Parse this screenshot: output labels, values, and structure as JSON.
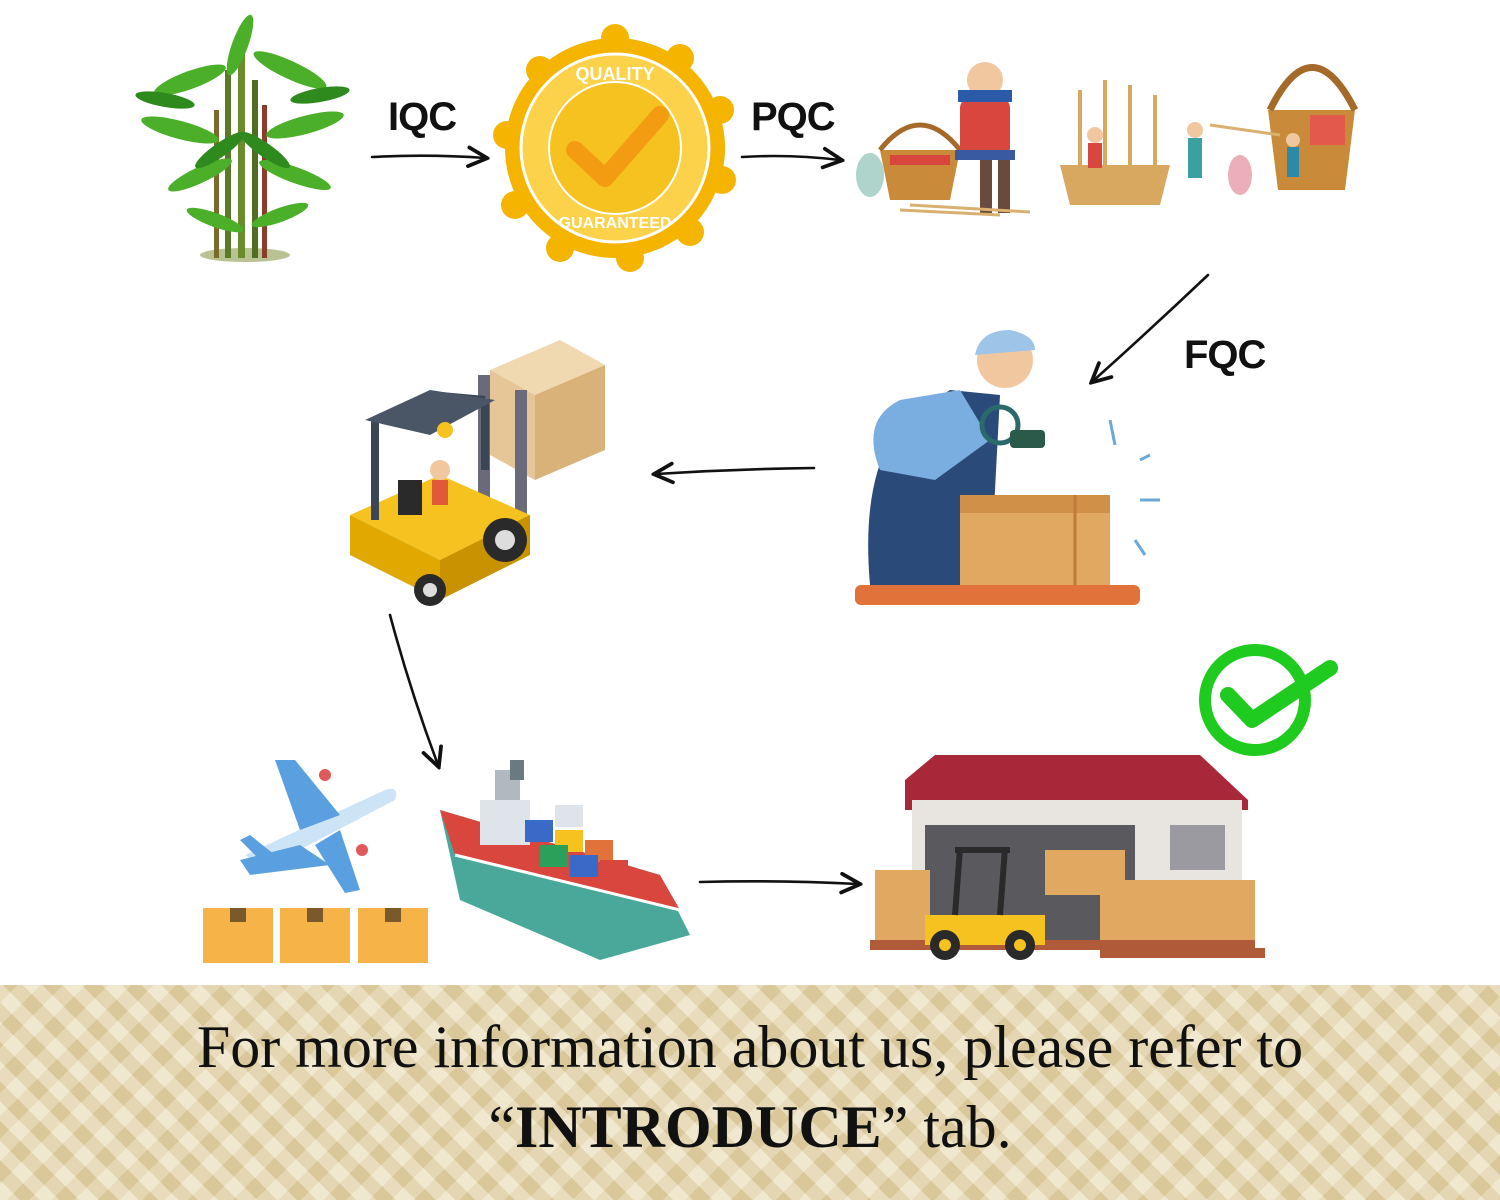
{
  "flow": {
    "labels": {
      "iqc": "IQC",
      "pqc": "PQC",
      "fqc": "FQC"
    },
    "badge": {
      "top_text": "QUALITY",
      "bottom_text": "GUARANTEED"
    },
    "nodes": [
      {
        "id": "bamboo-raw-material",
        "icon": "bamboo-icon"
      },
      {
        "id": "quality-guaranteed-badge",
        "icon": "quality-badge-icon"
      },
      {
        "id": "basket-weaving-production",
        "icon": "weavers-icon"
      },
      {
        "id": "final-inspection",
        "icon": "inspector-icon"
      },
      {
        "id": "forklift-loading",
        "icon": "forklift-icon"
      },
      {
        "id": "air-and-sea-shipping",
        "icon": "airplane-and-ship-icon"
      },
      {
        "id": "warehouse-delivery",
        "icon": "warehouse-icon"
      }
    ],
    "colors": {
      "arrow": "#111111",
      "check_green": "#1ecb1e",
      "badge_gold": "#f4b400"
    }
  },
  "footer": {
    "line1": "For more information about us, please refer to",
    "line2_open_quote": "“",
    "line2_emphasis": "INTRODUCE",
    "line2_close": "” tab."
  }
}
